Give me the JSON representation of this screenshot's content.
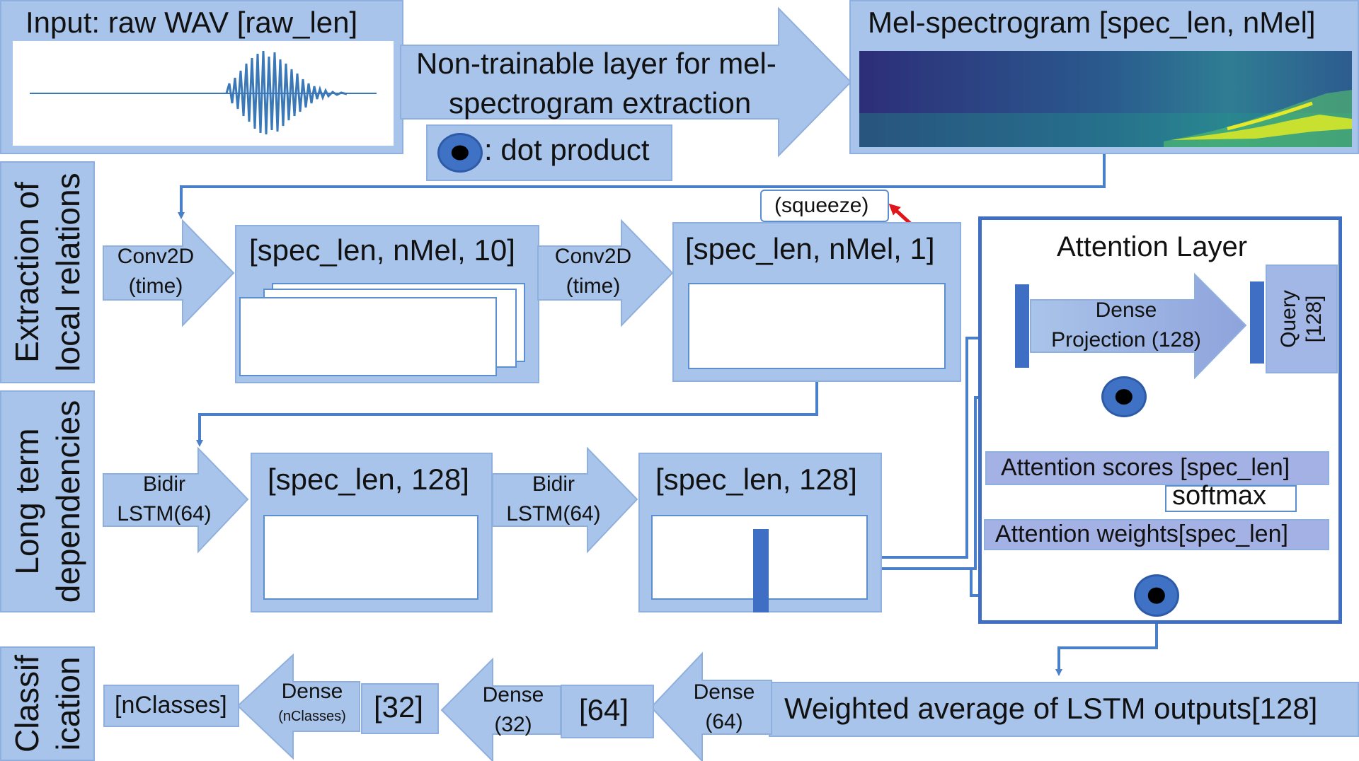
{
  "colors": {
    "box_fill": "#a9c4ea",
    "line": "#4a7fc9",
    "accent_bar": "#3f6fc4",
    "red_arrow": "#e0141b"
  },
  "input": {
    "title": "Input: raw WAV [raw_len]"
  },
  "melstep": {
    "line1": "Non-trainable layer for mel-",
    "line2": "spectrogram extraction"
  },
  "legend": {
    "text": ": dot product"
  },
  "mel": {
    "title": "Mel-spectrogram [spec_len, nMel]"
  },
  "sections": {
    "local": {
      "line1": "Extraction of",
      "line2": "local relations"
    },
    "long": {
      "line1": "Long term",
      "line2": "dependencies"
    },
    "classif": {
      "line1": "Classif",
      "line2": "ication"
    }
  },
  "conv1": {
    "line1": "Conv2D",
    "line2": "(time)"
  },
  "conv2": {
    "line1": "Conv2D",
    "line2": "(time)"
  },
  "box10": {
    "title": "[spec_len, nMel, 10]"
  },
  "box1": {
    "title": "[spec_len, nMel, 1]"
  },
  "squeeze": {
    "text": "(squeeze)"
  },
  "lstm1": {
    "line1": "Bidir",
    "line2": "LSTM(64)"
  },
  "lstm2": {
    "line1": "Bidir",
    "line2": "LSTM(64)"
  },
  "seq1": {
    "title": "[spec_len, 128]"
  },
  "seq2": {
    "title": "[spec_len, 128]"
  },
  "attention": {
    "title": "Attention Layer",
    "dense_line1": "Dense",
    "dense_line2": "Projection (128)",
    "query_line1": "Query",
    "query_line2": "[128]",
    "scores": "Attention scores [spec_len]",
    "softmax": "softmax",
    "weights": "Attention weights[spec_len]"
  },
  "weighted": {
    "text": "Weighted average of LSTM outputs[128]"
  },
  "dense64": {
    "line1": "Dense",
    "line2": "(64)"
  },
  "out64": {
    "text": "[64]"
  },
  "dense32": {
    "line1": "Dense",
    "line2": "(32)"
  },
  "out32": {
    "text": "[32]"
  },
  "densec": {
    "line1": "Dense",
    "line2": "(nClasses)"
  },
  "outc": {
    "text": "[nClasses]"
  }
}
